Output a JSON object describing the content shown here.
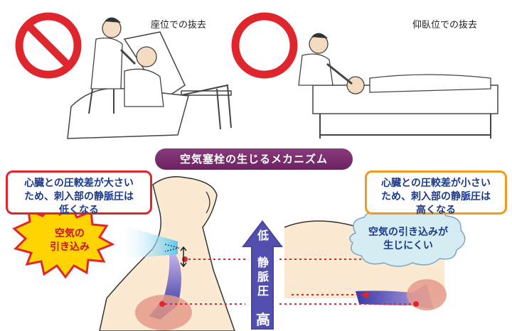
{
  "top": {
    "left_caption": "座位での抜去",
    "right_caption": "仰臥位での抜去",
    "left_symbol": "prohibited-icon",
    "right_symbol": "ok-circle-icon"
  },
  "banner": "空気塞栓の生じるメカニズム",
  "left_box": {
    "line1": "心臓との圧較差が大さい",
    "line2": "ため、刺入部の静脈圧は",
    "line3": "低くなる"
  },
  "right_box": {
    "line1": "心臓との圧較差が小さい",
    "line2": "ため、刺入部の静脈圧は",
    "line3": "高くなる"
  },
  "burst": {
    "line1": "空気の",
    "line2": "引き込み"
  },
  "cloud": {
    "line1": "空気の引き込みが",
    "line2": "生じにくい"
  },
  "arrow": {
    "top": "低",
    "middle1": "静",
    "middle2": "脈",
    "middle3": "圧",
    "bottom": "高"
  },
  "colors": {
    "red": "#e0262d",
    "orange": "#f39a1d",
    "purple": "#7a2d6e",
    "navy": "#1b3a8c",
    "skin": "#fbe9d2"
  }
}
